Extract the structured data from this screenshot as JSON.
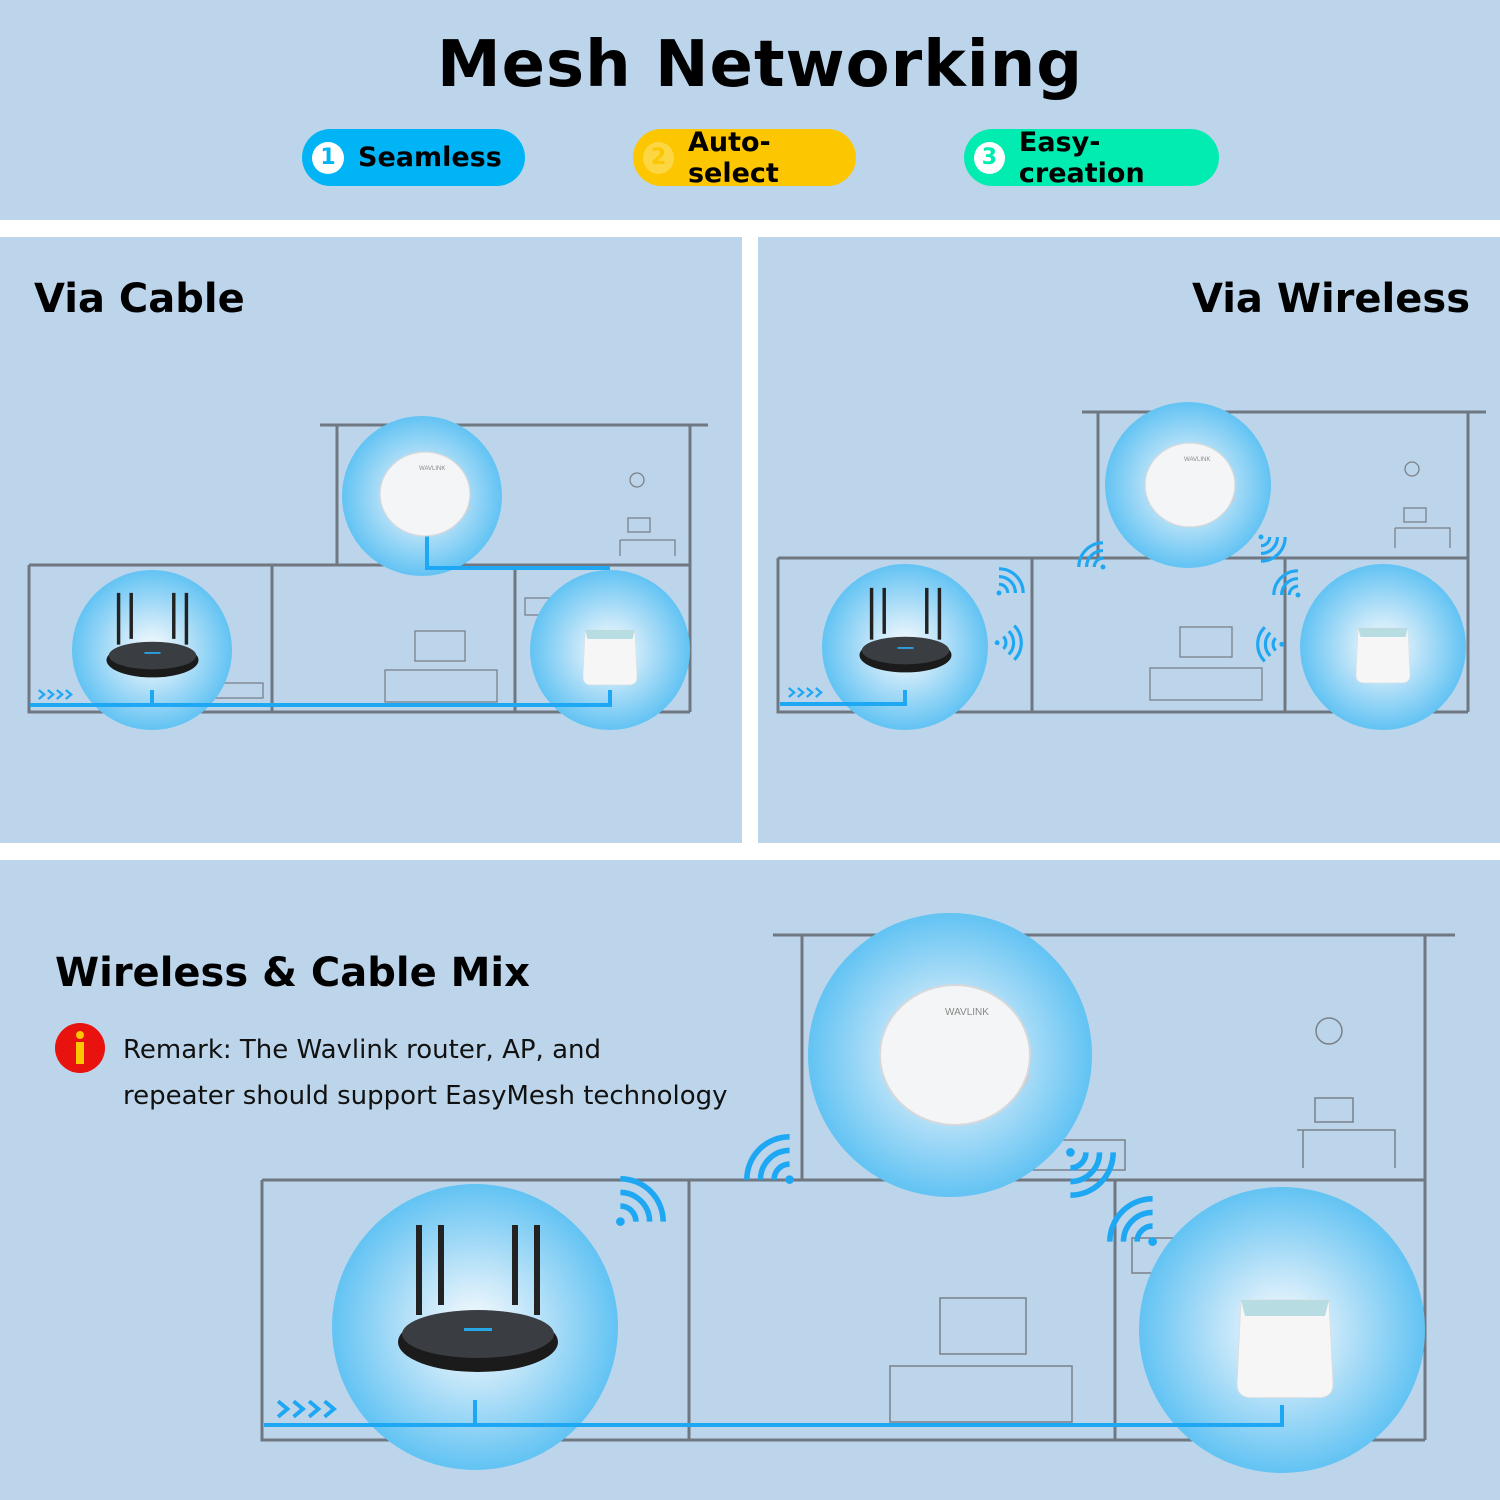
{
  "title": "Mesh Networking",
  "features": [
    {
      "number": "1",
      "label": "Seamless",
      "color": "#00b4f5"
    },
    {
      "number": "2",
      "label": "Auto-select",
      "color": "#fcc700"
    },
    {
      "number": "3",
      "label": "Easy-creation",
      "color": "#00ecb0"
    }
  ],
  "panels": {
    "cable": {
      "heading": "Via Cable"
    },
    "wireless": {
      "heading": "Via Wireless"
    },
    "mix": {
      "heading": "Wireless & Cable Mix",
      "remark_line1": "Remark: The Wavlink router, AP, and",
      "remark_line2": "repeater should support EasyMesh technology"
    }
  },
  "logo_text": "WAVLINK",
  "icons": [
    "info-icon",
    "router-icon",
    "access-point-icon",
    "repeater-icon",
    "wifi-signal-icon",
    "arrow-chevrons-icon"
  ],
  "colors": {
    "background": "#bdd5eb",
    "cable": "#1ea7f2",
    "coverage": "#8fd0f5",
    "info": "#e8130f"
  }
}
